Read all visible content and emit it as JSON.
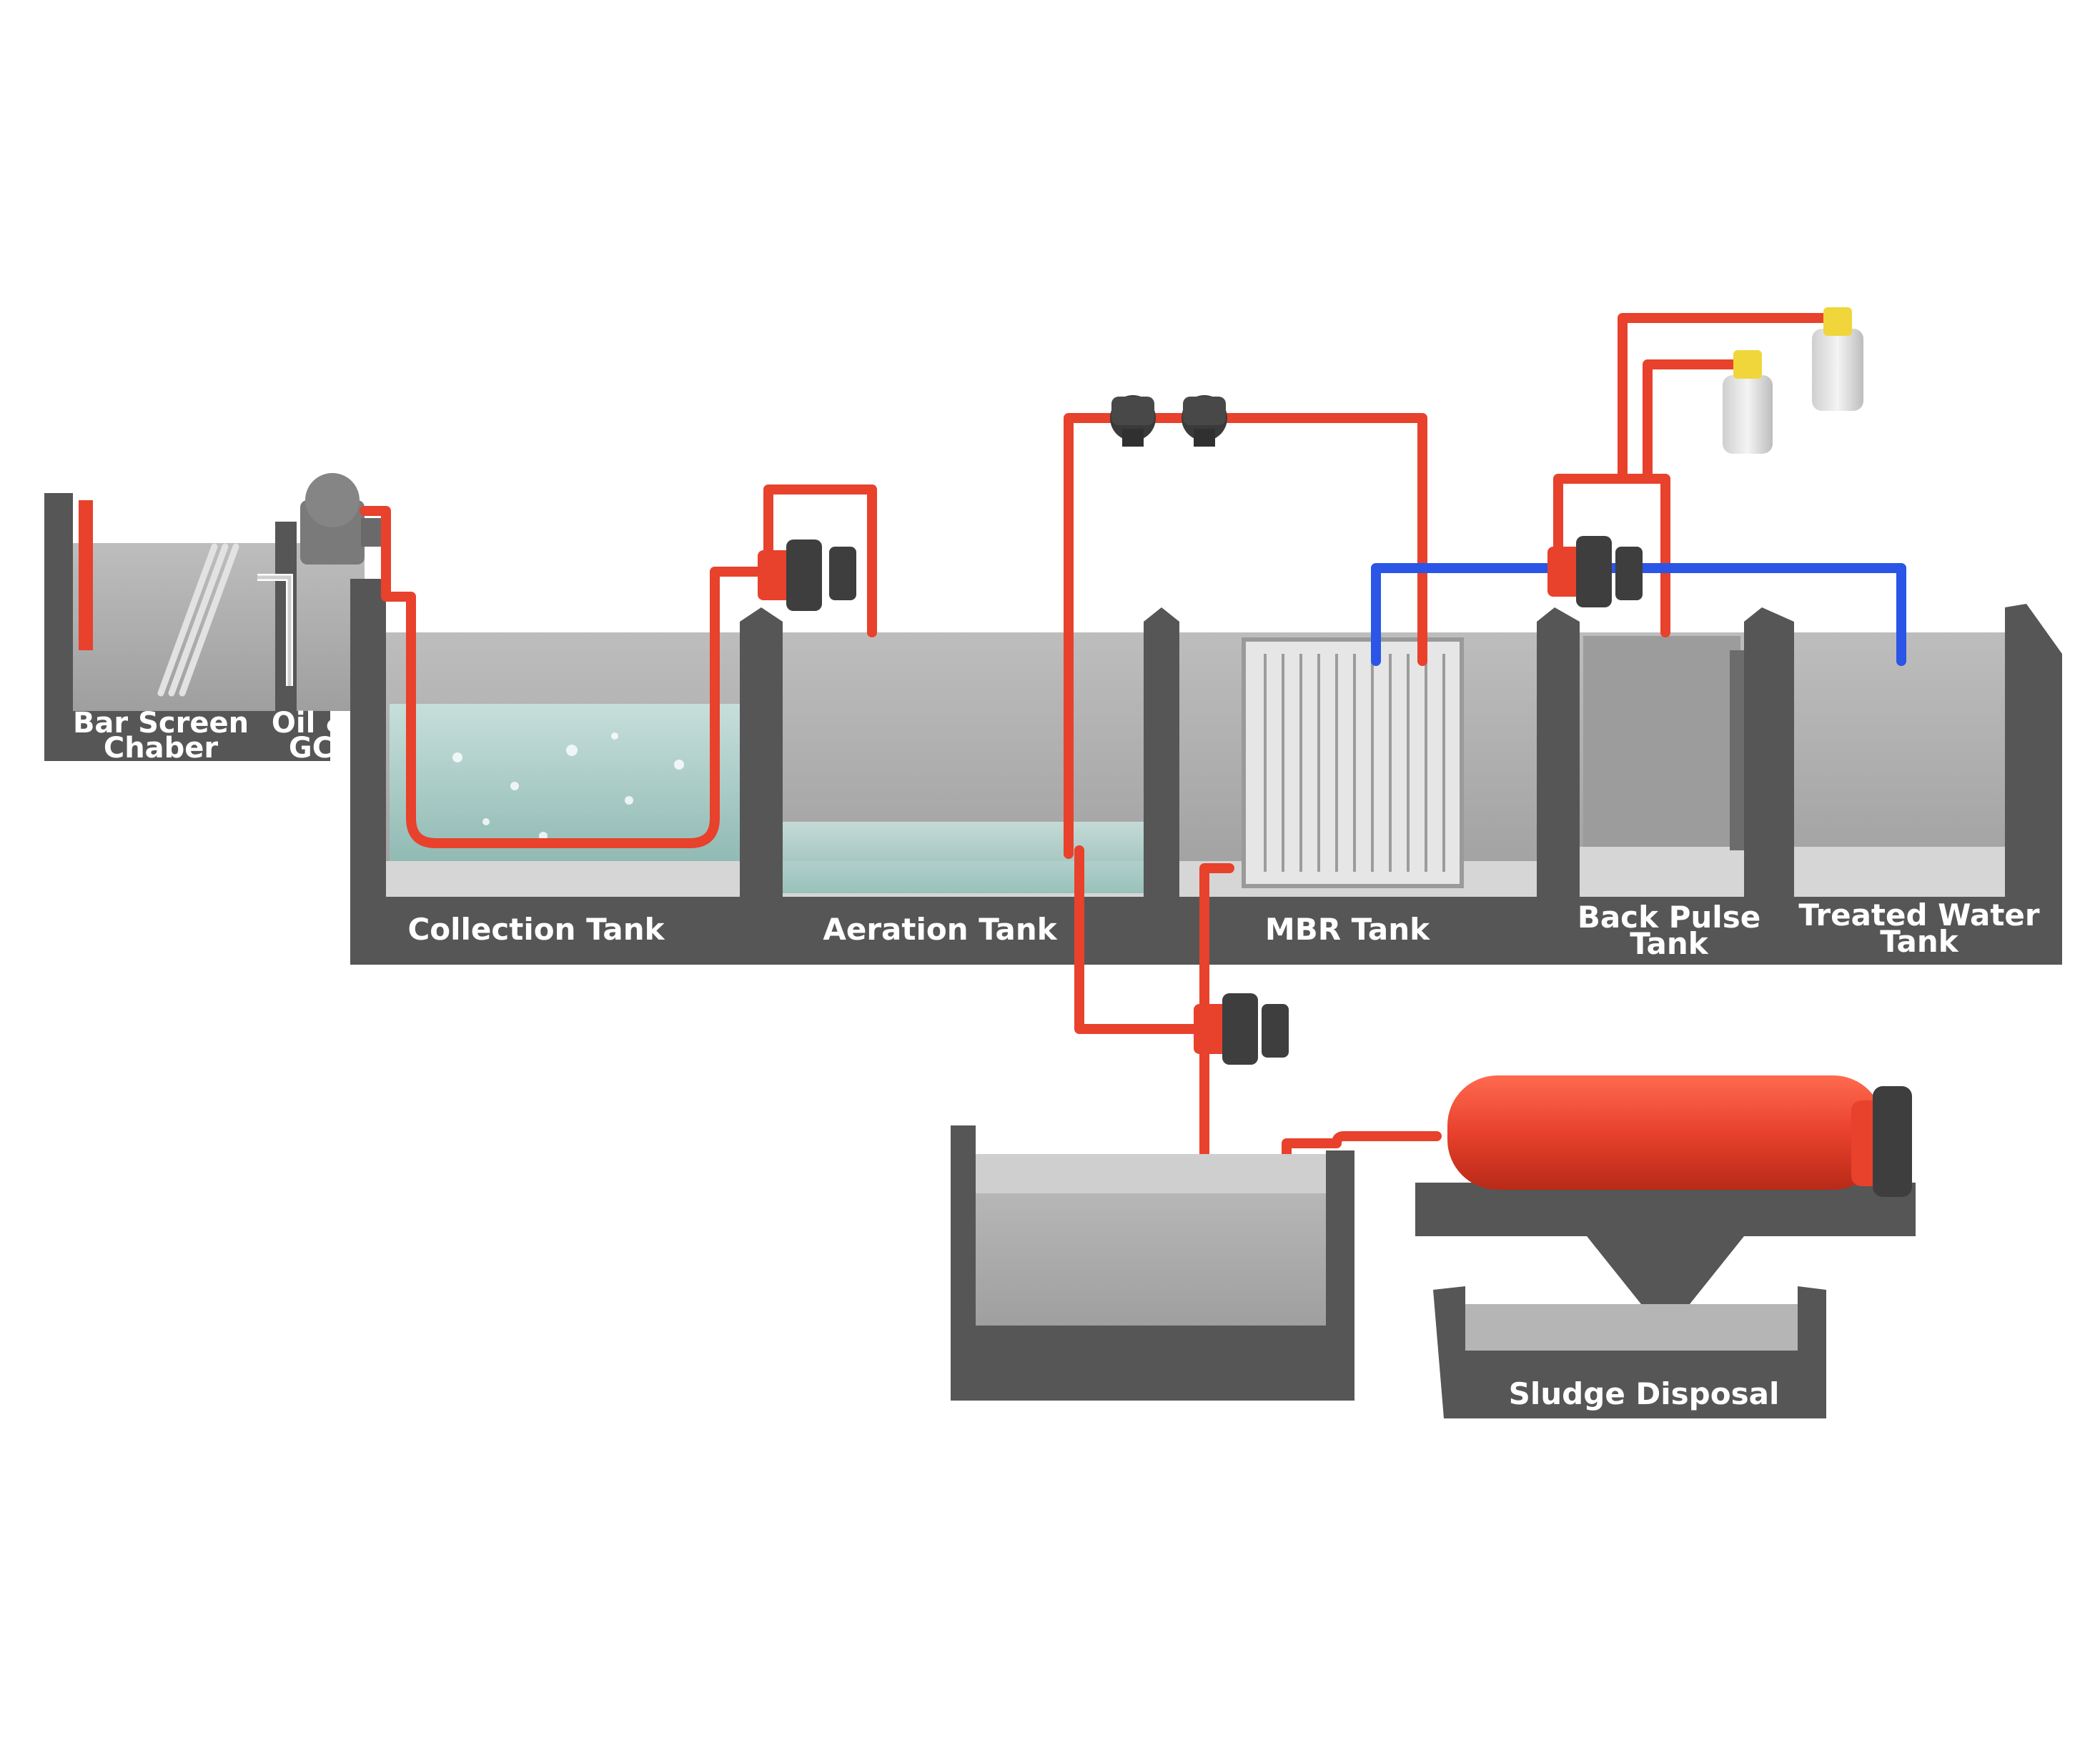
{
  "labels": {
    "bar_screen_line1": "Bar Screen",
    "bar_screen_line2": "Chaber",
    "oil_gc_line1": "Oil &",
    "oil_gc_line2": "GC",
    "collection_tank": "Collection Tank",
    "aeration_tank": "Aeration Tank",
    "mbr_tank": "MBR Tank",
    "back_pulse_line1": "Back Pulse",
    "back_pulse_line2": "Tank",
    "treated_water_line1": "Treated Water",
    "treated_water_line2": "Tank",
    "sludge_disposal": "Sludge Disposal"
  },
  "colors": {
    "tank_dark": "#565656",
    "tank_inner": "#b4b4b4",
    "tank_floor": "#d6d6d6",
    "pipe_red": "#e8412c",
    "pump_red": "#e8412c",
    "pipe_blue": "#2a55e6",
    "water": "#a9cfca",
    "chemical_cap": "#f0d63a",
    "label_text": "#ffffff"
  }
}
